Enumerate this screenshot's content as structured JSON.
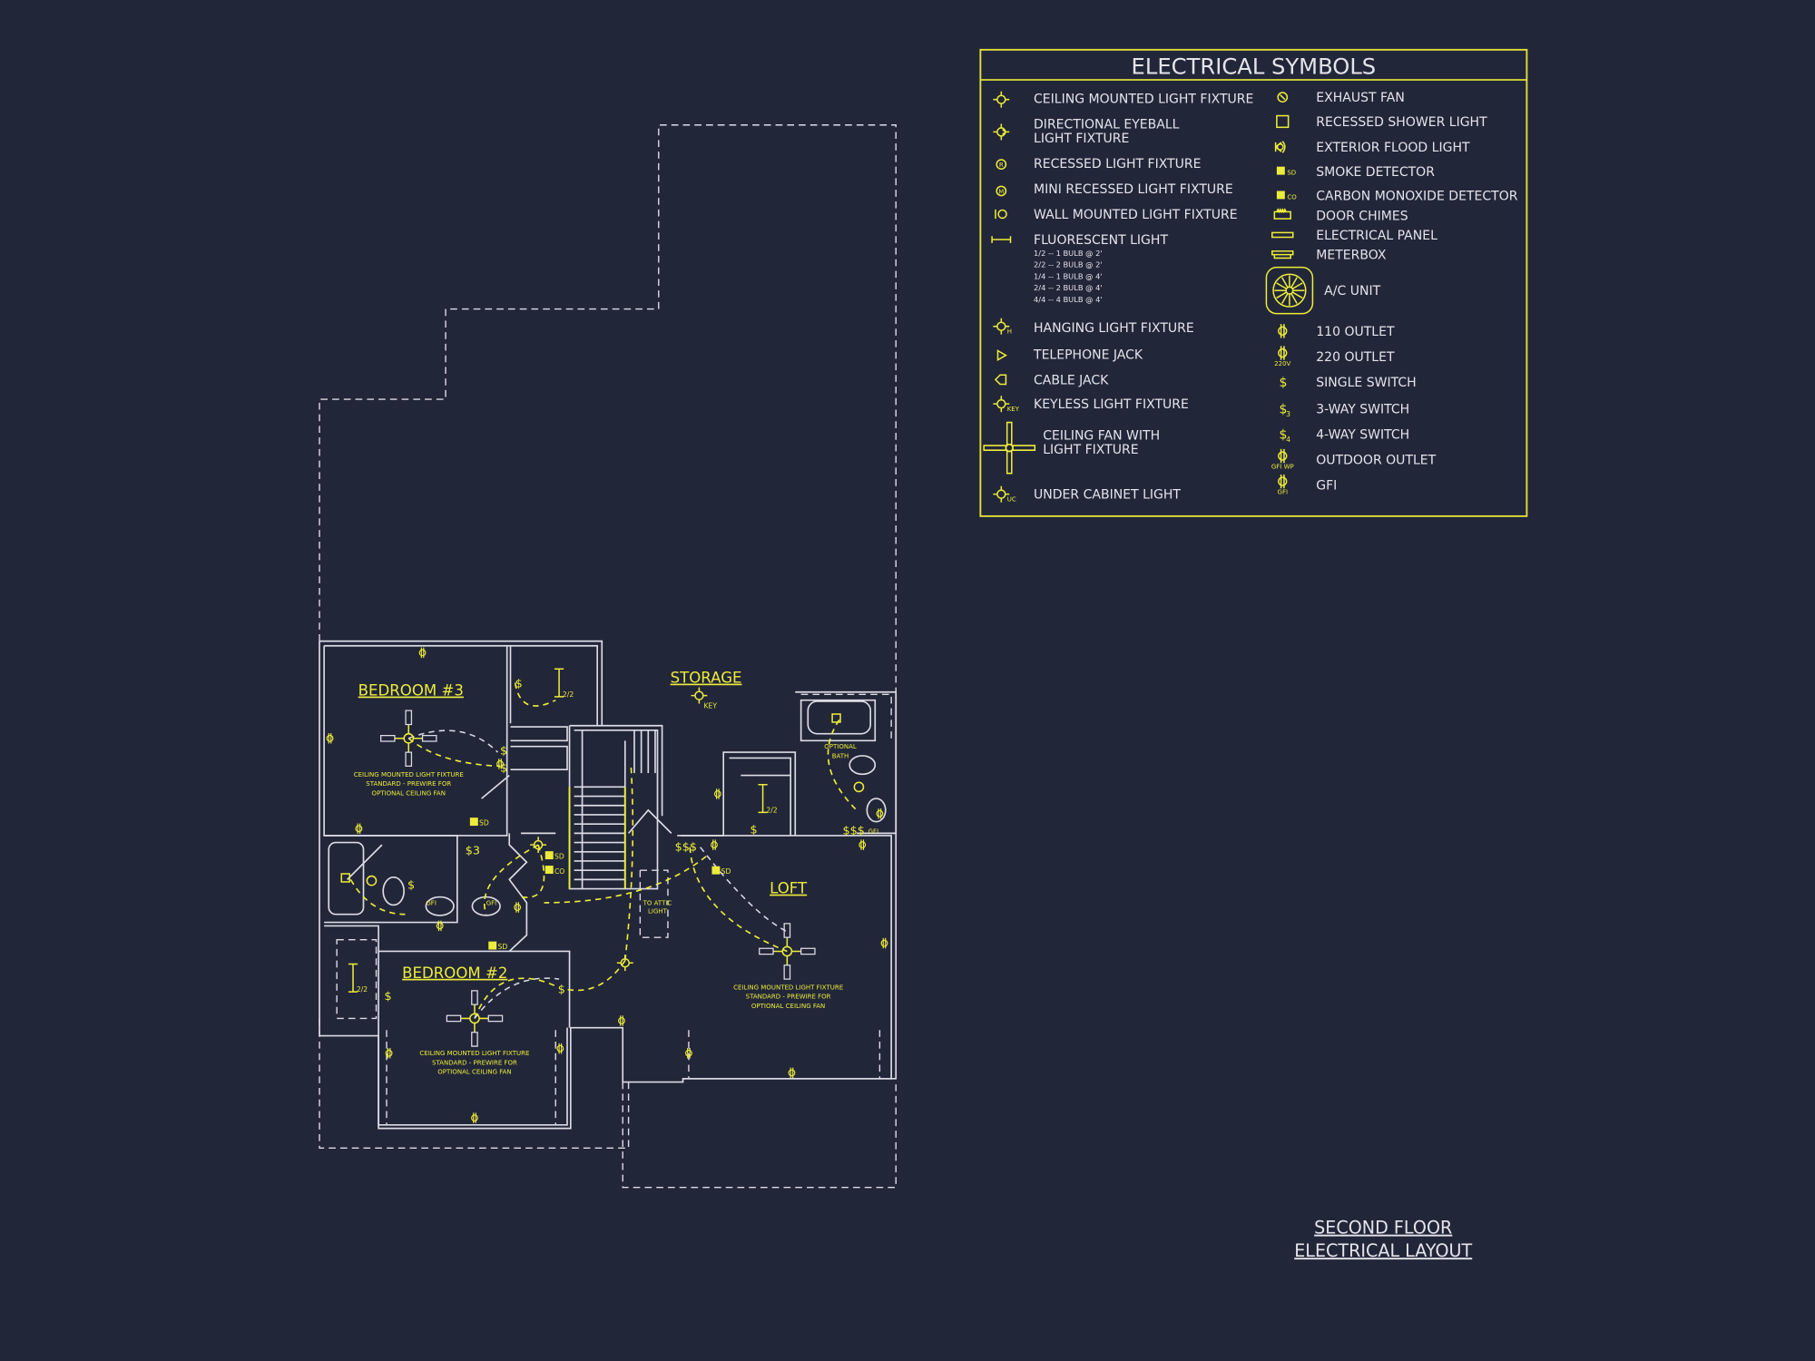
{
  "legend": {
    "title": "ELECTRICAL SYMBOLS",
    "left": [
      {
        "label": "CEILING MOUNTED LIGHT FIXTURE",
        "icon": "ceiling-light"
      },
      {
        "label": "DIRECTIONAL EYEBALL",
        "label2": "LIGHT FIXTURE",
        "icon": "eyeball-light"
      },
      {
        "label": "RECESSED LIGHT FIXTURE",
        "icon": "recessed-light"
      },
      {
        "label": "MINI RECESSED LIGHT FIXTURE",
        "icon": "mini-recessed-light"
      },
      {
        "label": "WALL MOUNTED LIGHT FIXTURE",
        "icon": "wall-light"
      },
      {
        "label": "FLUORESCENT LIGHT",
        "icon": "fluorescent-light",
        "sub": [
          "1/2 -- 1 BULB @ 2'",
          "2/2 -- 2 BULB @ 2'",
          "1/4 -- 1 BULB @ 4'",
          "2/4 -- 2 BULB @ 4'",
          "4/4 -- 4 BULB @ 4'"
        ]
      },
      {
        "label": "HANGING LIGHT FIXTURE",
        "icon": "hanging-light",
        "tag": "H"
      },
      {
        "label": "TELEPHONE JACK",
        "icon": "telephone-jack"
      },
      {
        "label": "CABLE JACK",
        "icon": "cable-jack"
      },
      {
        "label": "KEYLESS LIGHT FIXTURE",
        "icon": "keyless-light",
        "tag": "KEY"
      },
      {
        "label": "CEILING FAN WITH",
        "label2": "LIGHT FIXTURE",
        "icon": "ceiling-fan"
      },
      {
        "label": "UNDER CABINET LIGHT",
        "icon": "under-cabinet-light",
        "tag": "UC"
      }
    ],
    "right": [
      {
        "label": "EXHAUST FAN",
        "icon": "exhaust-fan"
      },
      {
        "label": "RECESSED SHOWER LIGHT",
        "icon": "shower-light"
      },
      {
        "label": "EXTERIOR FLOOD LIGHT",
        "icon": "flood-light"
      },
      {
        "label": "SMOKE DETECTOR",
        "icon": "smoke-detector",
        "tag": "SD"
      },
      {
        "label": "CARBON MONOXIDE DETECTOR",
        "icon": "co-detector",
        "tag": "CO"
      },
      {
        "label": "DOOR CHIMES",
        "icon": "door-chimes"
      },
      {
        "label": "ELECTRICAL PANEL",
        "icon": "electrical-panel"
      },
      {
        "label": "METERBOX",
        "icon": "meterbox"
      },
      {
        "label": "A/C UNIT",
        "icon": "ac-unit"
      },
      {
        "label": "110 OUTLET",
        "icon": "outlet-110"
      },
      {
        "label": "220 OUTLET",
        "icon": "outlet-220",
        "tag": "220V"
      },
      {
        "label": "SINGLE SWITCH",
        "icon": "single-switch",
        "tag": "$"
      },
      {
        "label": "3-WAY SWITCH",
        "icon": "three-way-switch",
        "tag": "$3"
      },
      {
        "label": "4-WAY SWITCH",
        "icon": "four-way-switch",
        "tag": "$4"
      },
      {
        "label": "OUTDOOR OUTLET",
        "icon": "outdoor-outlet",
        "tag": "GFI WP"
      },
      {
        "label": "GFI",
        "icon": "gfi-outlet",
        "tag": "GFI"
      }
    ]
  },
  "plan": {
    "rooms": {
      "bedroom3": "BEDROOM #3",
      "storage": "STORAGE",
      "loft": "LOFT",
      "bedroom2": "BEDROOM #2"
    },
    "fan_note": [
      "CEILING MOUNTED LIGHT FIXTURE",
      "STANDARD - PREWIRE FOR",
      "OPTIONAL CEILING FAN"
    ],
    "attic_note": [
      "TO ATTIC",
      "LIGHT"
    ],
    "bath_note": [
      "OPTIONAL",
      "BATH"
    ],
    "tags": {
      "sd": "SD",
      "co": "CO",
      "key": "KEY",
      "fluor": "2/2",
      "gfi": "GFI",
      "switch": "$",
      "switch3": "$3",
      "switch_triple": "$$$"
    }
  },
  "title_block": {
    "line1": "SECOND FLOOR",
    "line2": "ELECTRICAL LAYOUT"
  },
  "colors": {
    "background": "#222639",
    "symbol": "#ecec3a",
    "wall": "#dcdce6"
  }
}
